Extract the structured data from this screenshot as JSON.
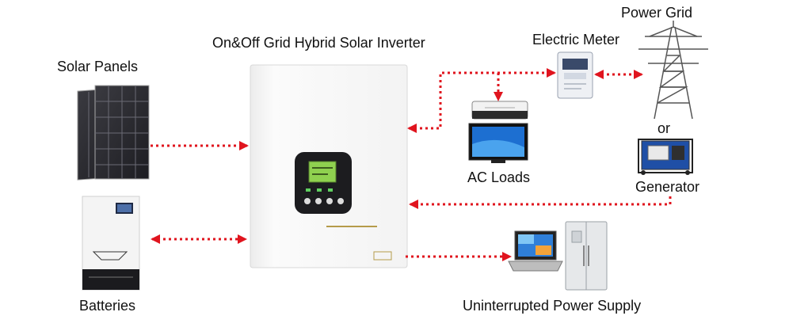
{
  "labels": {
    "solar_panels": "Solar Panels",
    "inverter": "On&Off Grid Hybrid Solar Inverter",
    "electric_meter": "Electric Meter",
    "power_grid": "Power Grid",
    "or": "or",
    "generator": "Generator",
    "ac_loads": "AC Loads",
    "batteries": "Batteries",
    "ups": "Uninterrupted Power Supply"
  },
  "colors": {
    "arrow": "#e0141e",
    "inverter_body": "#f7f7f7",
    "panel_dark": "#2a2a2e",
    "screen_green": "#8fd14f",
    "generator_blue": "#1f4fa6"
  },
  "icons": [
    "solar-panel-icon",
    "battery-cabinet-icon",
    "inverter-icon",
    "electric-meter-icon",
    "power-tower-icon",
    "generator-icon",
    "air-conditioner-icon",
    "television-icon",
    "laptop-icon",
    "refrigerator-icon"
  ]
}
